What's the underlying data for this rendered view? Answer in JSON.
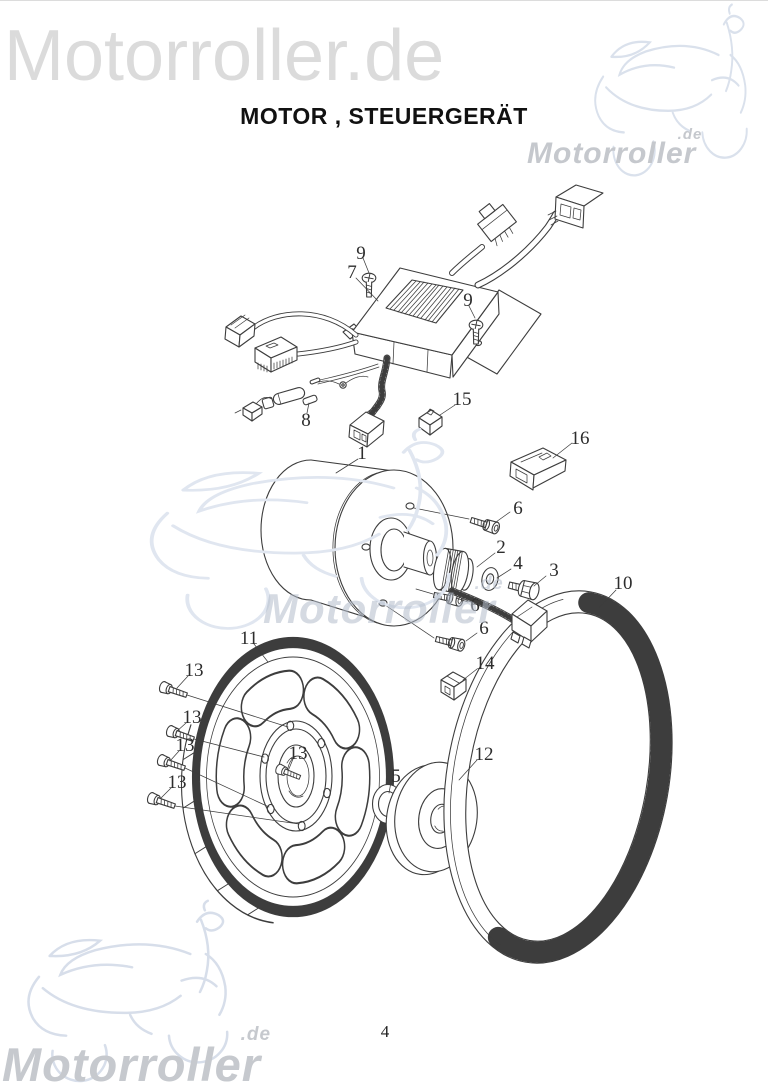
{
  "watermarks": {
    "top_left_text": "Motorroller.de",
    "brand": "Motorroller",
    "brand_suffix": ".de"
  },
  "page": {
    "title": "MOTOR , STEUERGERÄT",
    "page_number": "4"
  },
  "diagram": {
    "callouts": [
      {
        "label": "9"
      },
      {
        "label": "7"
      },
      {
        "label": "9"
      },
      {
        "label": "8"
      },
      {
        "label": "15"
      },
      {
        "label": "16"
      },
      {
        "label": "1"
      },
      {
        "label": "6"
      },
      {
        "label": "2"
      },
      {
        "label": "4"
      },
      {
        "label": "3"
      },
      {
        "label": "10"
      },
      {
        "label": "6"
      },
      {
        "label": "6"
      },
      {
        "label": "14"
      },
      {
        "label": "11"
      },
      {
        "label": "13"
      },
      {
        "label": "13"
      },
      {
        "label": "13"
      },
      {
        "label": "13"
      },
      {
        "label": "13"
      },
      {
        "label": "5"
      },
      {
        "label": "12"
      }
    ]
  }
}
